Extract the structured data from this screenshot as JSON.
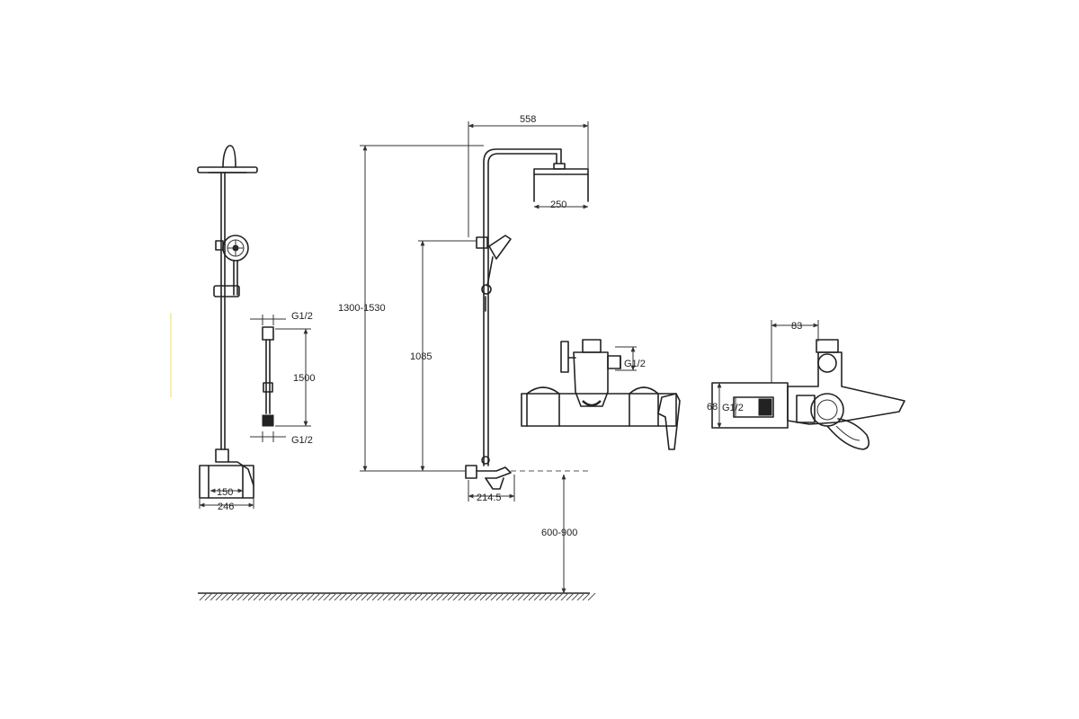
{
  "dimensions": {
    "top_width": "558",
    "head_diameter": "250",
    "total_height": "1300-1530",
    "holder_height": "1085",
    "mixer_height": "600-900",
    "hose_thread_top": "G1/2",
    "hose_length": "1500",
    "hose_thread_bottom": "G1/2",
    "mixer_center": "150",
    "mixer_width": "246",
    "outlet_offset": "214.5",
    "front_thread": "G1/2",
    "side_depth": "83",
    "side_height": "68",
    "side_thread": "G1/2"
  },
  "colors": {
    "line": "#222222",
    "background": "#ffffff",
    "accent_mark": "#f2e8a0"
  }
}
